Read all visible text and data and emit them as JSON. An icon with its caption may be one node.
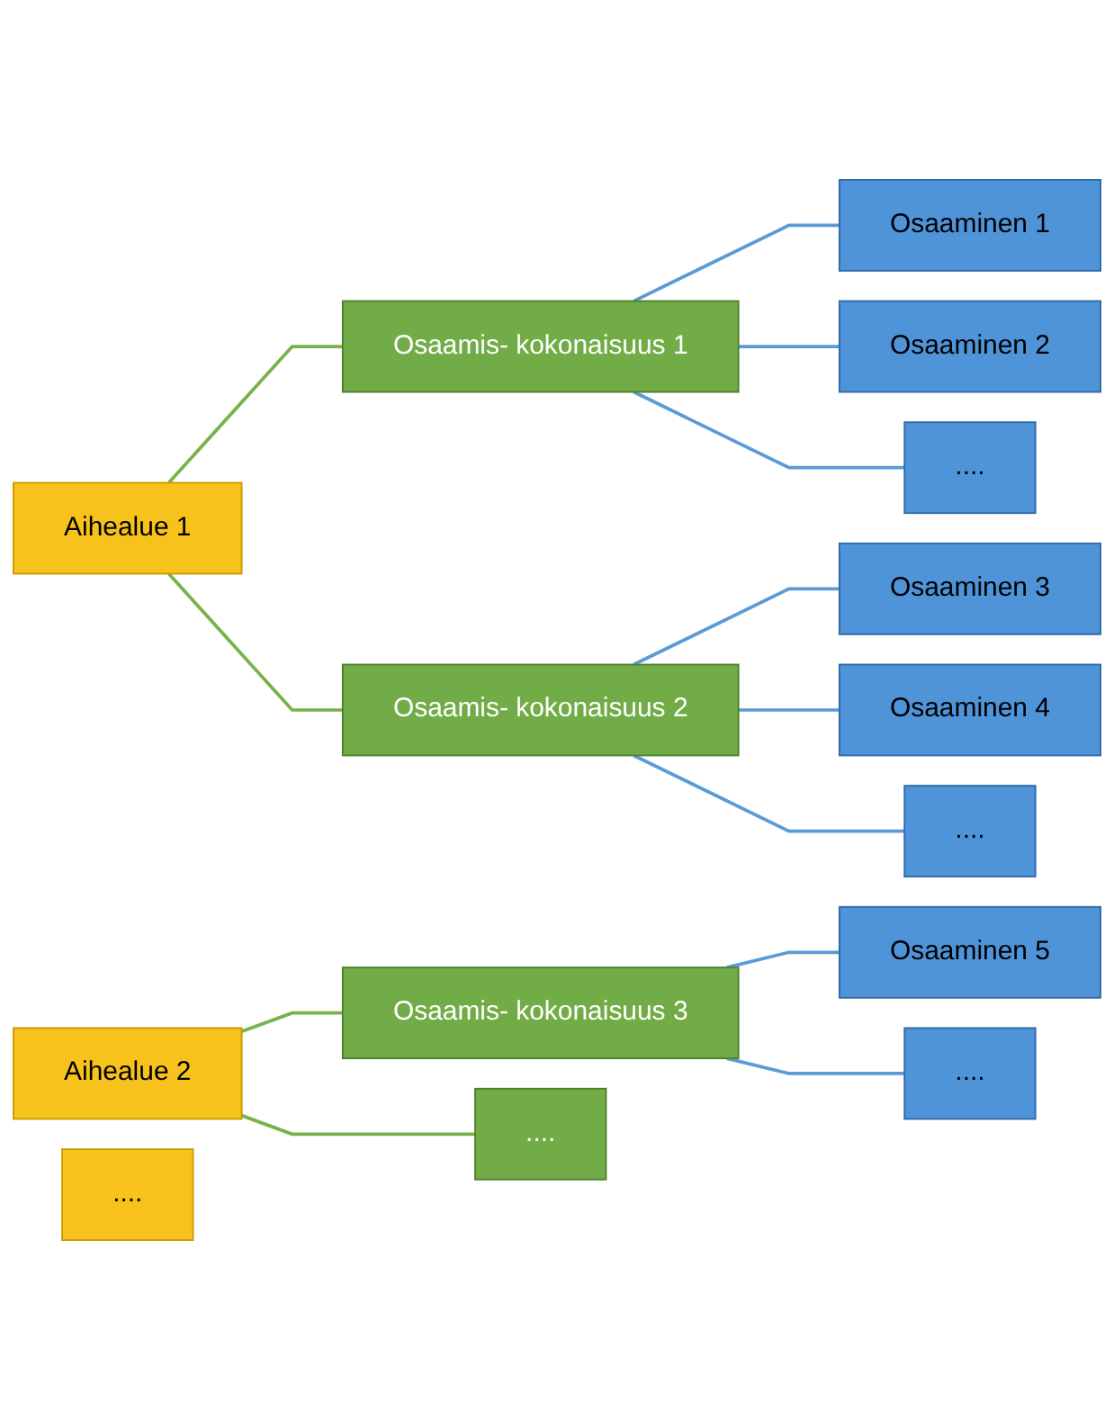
{
  "diagram": {
    "nodes": [
      {
        "text": [
          "Aihealue 1"
        ]
      },
      {
        "text": [
          "Osaamis- kokonaisuus 1"
        ]
      },
      {
        "text": [
          "Osaaminen 1"
        ]
      },
      {
        "text": [
          "Osaaminen 2"
        ]
      },
      {
        "text": [
          "...."
        ]
      },
      {
        "text": [
          "Osaamis- kokonaisuus 2"
        ]
      },
      {
        "text": [
          "Osaaminen 3"
        ]
      },
      {
        "text": [
          "Osaaminen 4"
        ]
      },
      {
        "text": [
          "...."
        ]
      },
      {
        "text": [
          "Aihealue 2"
        ]
      },
      {
        "text": [
          "Osaamis- kokonaisuus 3"
        ]
      },
      {
        "text": [
          "Osaaminen 5"
        ]
      },
      {
        "text": [
          "...."
        ]
      },
      {
        "text": [
          "...."
        ]
      },
      {
        "text": [
          "...."
        ]
      }
    ],
    "edges": [
      {
        "from": 0,
        "to": 1,
        "arrow": "none",
        "color": "#77b24a"
      },
      {
        "from": 0,
        "to": 5,
        "arrow": "none",
        "color": "#77b24a"
      },
      {
        "from": 1,
        "to": 2,
        "arrow": "none"
      },
      {
        "from": 1,
        "to": 3,
        "arrow": "none"
      },
      {
        "from": 1,
        "to": 4,
        "arrow": "none"
      },
      {
        "from": 5,
        "to": 6,
        "arrow": "none"
      },
      {
        "from": 5,
        "to": 7,
        "arrow": "none"
      },
      {
        "from": 5,
        "to": 8,
        "arrow": "none"
      },
      {
        "from": 9,
        "to": 10,
        "arrow": "none",
        "color": "#77b24a"
      },
      {
        "from": 9,
        "to": 13,
        "arrow": "none",
        "color": "#77b24a"
      },
      {
        "from": 10,
        "to": 11,
        "arrow": "none"
      },
      {
        "from": 10,
        "to": 12,
        "arrow": "none"
      }
    ]
  }
}
